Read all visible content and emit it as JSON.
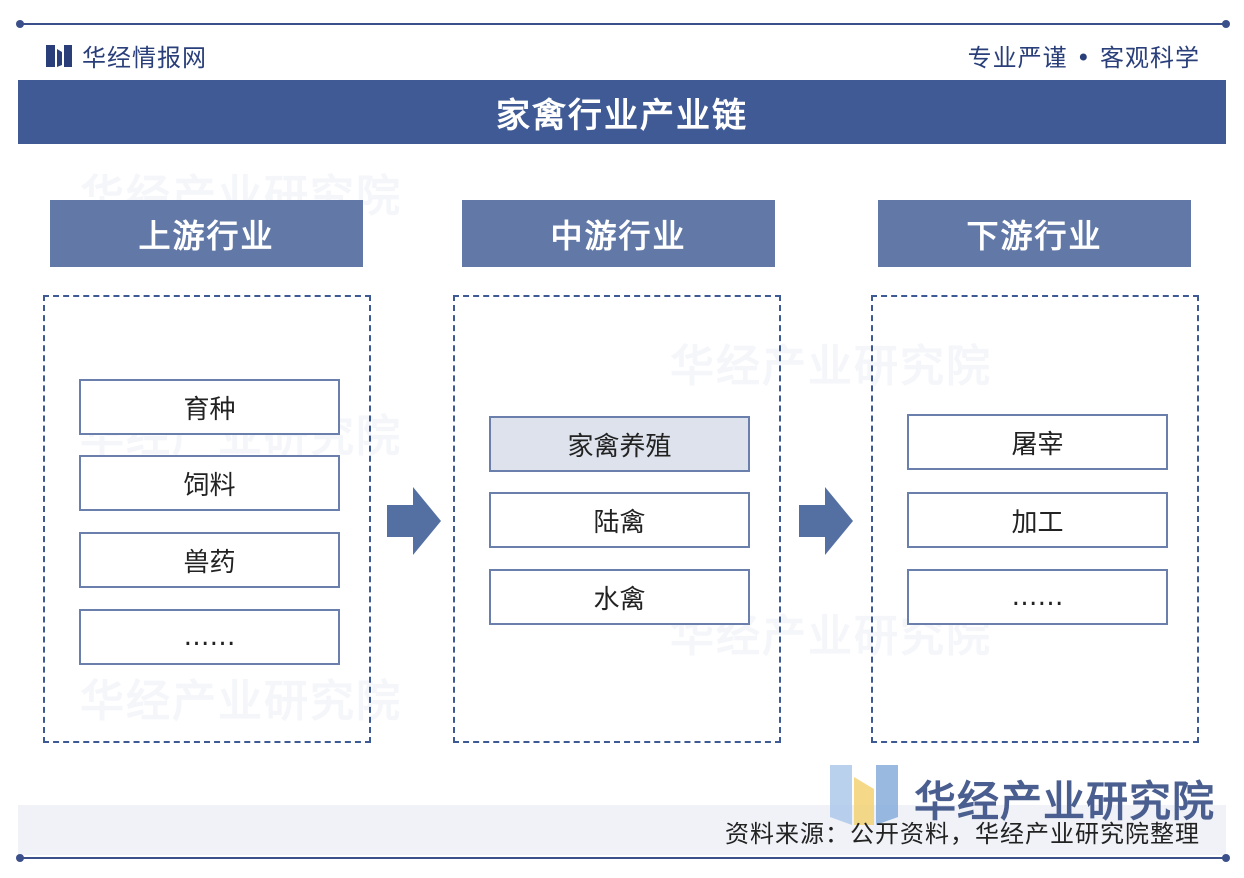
{
  "header": {
    "brand": "华经情报网",
    "tagline": "专业严谨 • 客观科学"
  },
  "title": "家禽行业产业链",
  "stages": [
    {
      "label": "上游行业",
      "items": [
        "育种",
        "饲料",
        "兽药",
        "……"
      ]
    },
    {
      "label": "中游行业",
      "items": [
        "家禽养殖",
        "陆禽",
        "水禽"
      ]
    },
    {
      "label": "下游行业",
      "items": [
        "屠宰",
        "加工",
        "……"
      ]
    }
  ],
  "watermark": "华经产业研究院",
  "footer": {
    "brand": "华经产业研究院",
    "source": "资料来源：公开资料，华经产业研究院整理"
  },
  "colors": {
    "navy": "#3f5a94",
    "stage_header": "#6279a8",
    "item_border": "#6b7fad",
    "highlight": "#dde2ec",
    "arrow": "#5470a3"
  }
}
